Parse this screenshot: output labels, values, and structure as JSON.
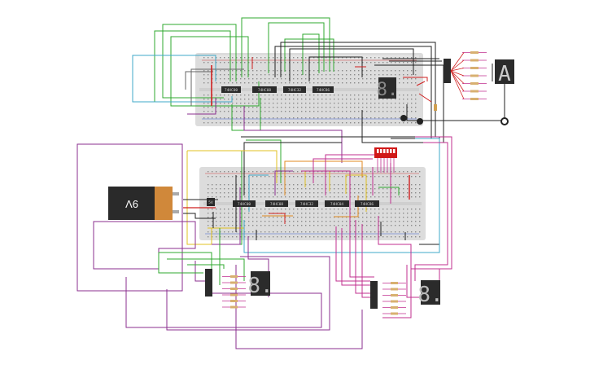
{
  "battery": {
    "label": "9V"
  },
  "power_module": {
    "label": "5V"
  },
  "chips": {
    "top": [
      "74HC00",
      "74HC08",
      "74HC32",
      "74HC86"
    ],
    "bottom": [
      "74HC00",
      "74HC08",
      "74HC32",
      "74HC04",
      "74HC86"
    ]
  },
  "displays": {
    "top_board": "8.",
    "top_right": "A",
    "bottom_left": "8.",
    "bottom_right": "8."
  },
  "colors": {
    "breadboard": "#dcdcdc",
    "chip": "#2b2b2b",
    "wire_green": "#2fa82f",
    "wire_purple": "#8b2f8f",
    "wire_magenta": "#c02f8f",
    "wire_yellow": "#e0c020",
    "wire_orange": "#e08a20",
    "wire_cyan": "#3fa8c8",
    "wire_black": "#222222",
    "wire_red": "#d02020",
    "dip_switch": "#d01818",
    "battery_body": "#2a2a2a",
    "battery_cap": "#d0883a"
  }
}
